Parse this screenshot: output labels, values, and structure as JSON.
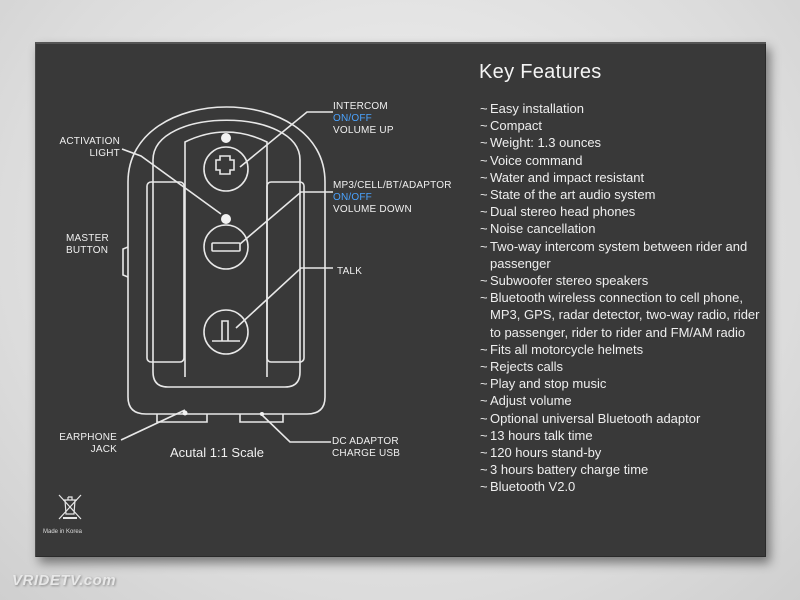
{
  "labels": {
    "intercom": {
      "title": "INTERCOM",
      "onoff": "ON/OFF",
      "sub": "VOLUME UP"
    },
    "activation": {
      "line1": "ACTIVATION",
      "line2": "LIGHT"
    },
    "mp3": {
      "title": "MP3/CELL/BT/ADAPTOR",
      "onoff": "ON/OFF",
      "sub": "VOLUME DOWN"
    },
    "master": {
      "line1": "MASTER",
      "line2": "BUTTON"
    },
    "talk": "TALK",
    "earphone": {
      "line1": "EARPHONE",
      "line2": "JACK"
    },
    "dc": {
      "line1": "DC ADAPTOR",
      "line2": "CHARGE USB"
    },
    "scale": "Acutal 1:1 Scale"
  },
  "key_features": {
    "title": "Key Features",
    "items": [
      "Easy installation",
      "Compact",
      "Weight: 1.3 ounces",
      "Voice command",
      "Water and impact resistant",
      "State of the art audio system",
      "Dual stereo head phones",
      "Noise cancellation",
      "Two-way intercom system between rider and passenger",
      "Subwoofer stereo speakers",
      "Bluetooth wireless connection to cell phone, MP3, GPS, radar detector, two-way radio, rider to passenger, rider to rider and FM/AM radio",
      "Fits all motorcycle helmets",
      "Rejects calls",
      "Play and stop music",
      "Adjust volume",
      "Optional universal Bluetooth adaptor",
      "13 hours talk time",
      "120 hours stand-by",
      "3 hours battery charge time",
      "Bluetooth V2.0"
    ]
  },
  "footer": {
    "made_in": "Made in Korea"
  },
  "watermark": "VRIDETV.com",
  "colors": {
    "card": "#393939",
    "text": "#f0f0f0",
    "accent_blue": "#4aa3ff"
  }
}
